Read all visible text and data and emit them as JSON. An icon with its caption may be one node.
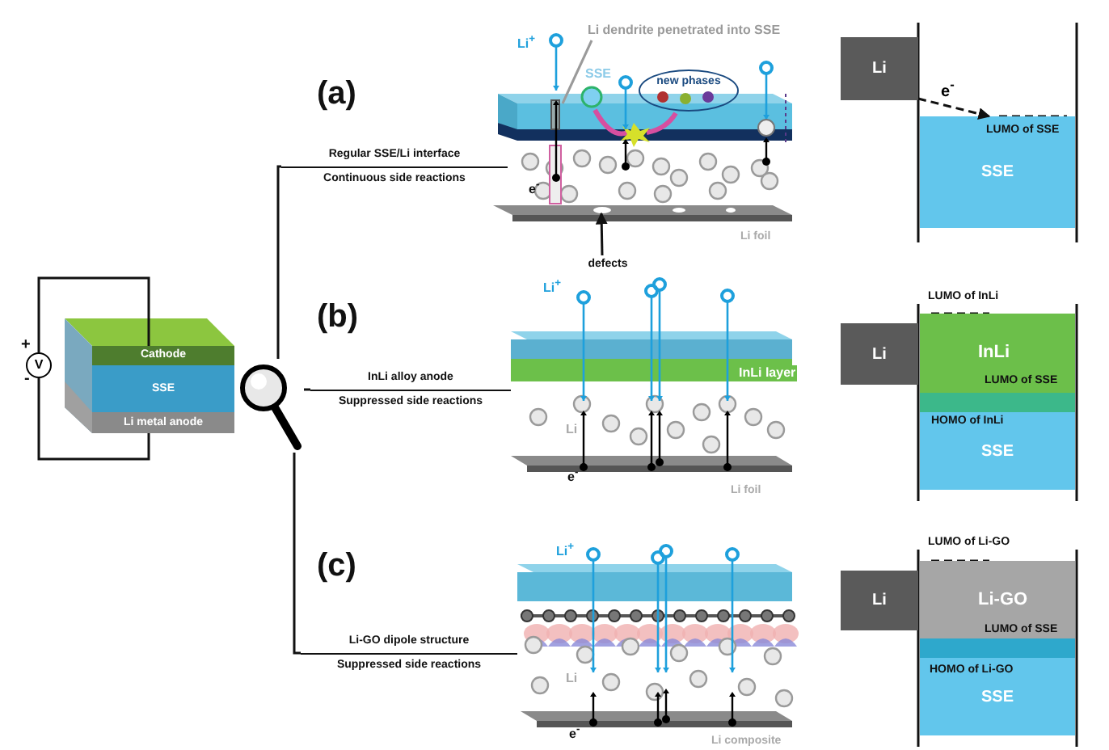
{
  "diagram": {
    "nodes": [
      {
        "text": [
          "Cathode"
        ]
      },
      {
        "text": [
          "SSE"
        ]
      },
      {
        "text": [
          "Li metal anode"
        ]
      },
      {
        "text": [
          "V"
        ]
      },
      {
        "text": [],
        "shape": "picture"
      },
      {
        "text": [
          "Regular SSE/Li interface",
          "Continuous side reactions"
        ]
      },
      {
        "text": [
          "InLi alloy anode",
          "Suppressed side reactions"
        ]
      },
      {
        "text": [
          "Li-GO dipole structure",
          "Suppressed side reactions"
        ]
      },
      {
        "text": [
          "new phases"
        ]
      },
      {
        "text": [
          "Li dendrite penetrated into SSE"
        ]
      },
      {
        "text": [
          "defects"
        ]
      },
      {
        "text": [
          "Li"
        ]
      },
      {
        "text": [
          "SSE"
        ]
      },
      {
        "text": [
          "Li"
        ]
      },
      {
        "text": [
          "InLi"
        ]
      },
      {
        "text": [
          "SSE"
        ]
      },
      {
        "text": [
          "Li"
        ]
      },
      {
        "text": [
          "Li-GO"
        ]
      },
      {
        "text": [
          "SSE"
        ]
      },
      {
        "text": [],
        "shape": "circle"
      }
    ],
    "edges": [
      {
        "from": 3,
        "to": 0,
        "arrow": "none"
      },
      {
        "from": 3,
        "to": 2,
        "arrow": "none"
      },
      {
        "from": 4,
        "to": 5,
        "arrow": "none"
      },
      {
        "from": 4,
        "to": 6,
        "arrow": "none"
      },
      {
        "from": 4,
        "to": 7,
        "arrow": "none"
      },
      {
        "from": 9,
        "to": null,
        "arrow": "none",
        "color": "#9a9a9a"
      },
      {
        "from": 10,
        "to": 19,
        "arrow": "to"
      },
      {
        "from": 11,
        "to": 12,
        "arrow": "to",
        "style": "dashed",
        "label": "e$^{-}$"
      }
    ],
    "labels": [
      "+",
      "-",
      "(a)",
      "Li$^{+}$",
      "SSE",
      "e$^{-}$",
      "Li foil",
      "LUMO of SSE",
      "(b)",
      "Li$^{+}$",
      "InLi layer",
      "Li",
      "e$^{-}$",
      "Li foil",
      "LUMO of InLi",
      "LUMO of SSE",
      "HOMO of InLi",
      "(c)",
      "Li$^{+}$",
      "Li",
      "e$^{-}$",
      "Li composite",
      "LUMO of Li-GO",
      "LUMO of SSE",
      "HOMO of Li-GO"
    ]
  }
}
